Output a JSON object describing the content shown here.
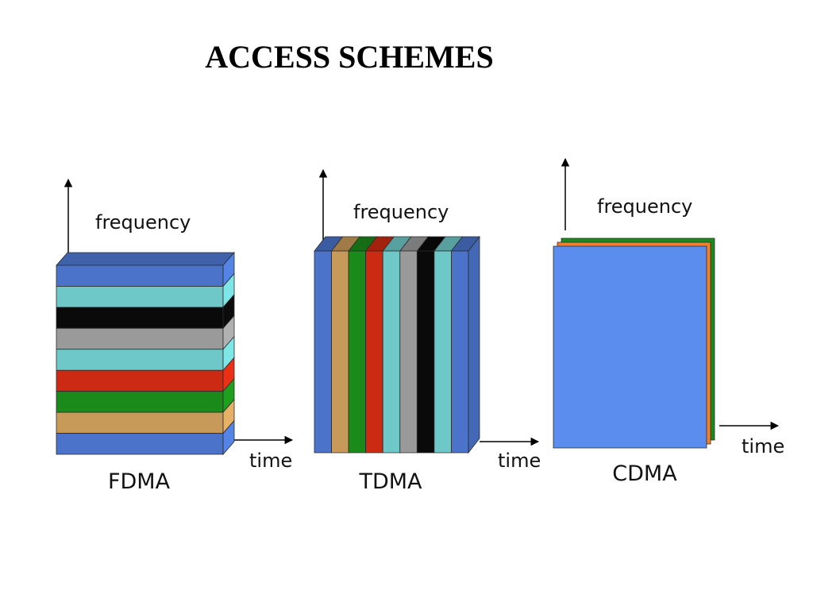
{
  "title": "ACCESS SCHEMES",
  "colors": {
    "blue": "#4a73c9",
    "teal": "#6ec8c8",
    "black": "#0a0a0a",
    "gray": "#9a9a9a",
    "red": "#cc2a12",
    "green": "#1a8a1a",
    "tan": "#c89a5a",
    "cdma_face": "#5b8def",
    "cdma_orange": "#f08030"
  },
  "schemes": [
    {
      "name": "FDMA",
      "axis_y": "frequency",
      "axis_x": "time",
      "bands_top_to_bottom": [
        "blue",
        "teal",
        "black",
        "gray",
        "teal",
        "red",
        "green",
        "tan",
        "blue"
      ]
    },
    {
      "name": "TDMA",
      "axis_y": "frequency",
      "axis_x": "time",
      "slots_left_to_right": [
        "blue",
        "tan",
        "green",
        "red",
        "teal",
        "gray",
        "black",
        "teal",
        "blue"
      ]
    },
    {
      "name": "CDMA",
      "axis_y": "frequency",
      "axis_x": "time",
      "layers_front_to_back": [
        "cdma_face",
        "cdma_orange",
        "green"
      ]
    }
  ]
}
